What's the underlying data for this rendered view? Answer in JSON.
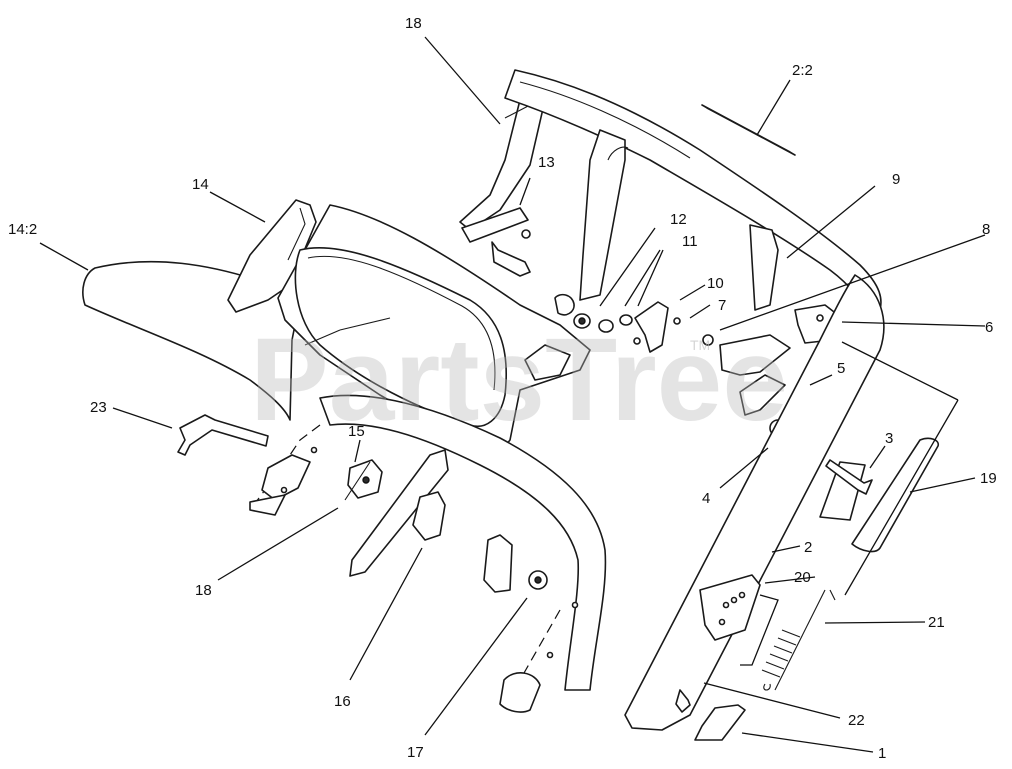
{
  "watermark": {
    "text": "PartsTree",
    "trademark": "TM"
  },
  "callouts": {
    "c18_top": "18",
    "c2_2": "2:2",
    "c13": "13",
    "c14": "14",
    "c9": "9",
    "c14_2": "14:2",
    "c12": "12",
    "c11": "11",
    "c8": "8",
    "c10": "10",
    "c7": "7",
    "c6": "6",
    "c5": "5",
    "c23": "23",
    "c15": "15",
    "c3": "3",
    "c4": "4",
    "c19": "19",
    "c2": "2",
    "c20": "20",
    "c18_bottom": "18",
    "c21": "21",
    "c16": "16",
    "c22": "22",
    "c17": "17",
    "c1": "1"
  }
}
